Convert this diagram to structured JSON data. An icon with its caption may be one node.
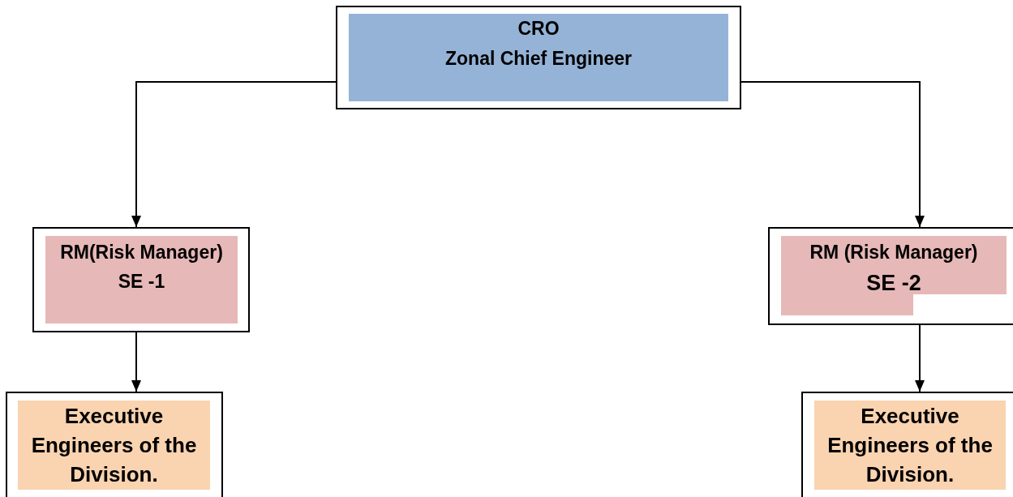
{
  "diagram": {
    "nodes": [
      {
        "text": [
          "CRO",
          "Zonal Chief Engineer"
        ]
      },
      {
        "text": [
          "RM(Risk Manager)",
          "SE -1"
        ]
      },
      {
        "text": [
          "RM (Risk Manager)",
          "SE -2"
        ]
      },
      {
        "text": [
          "Executive Engineers of the Division."
        ]
      },
      {
        "text": [
          "Executive Engineers of the Division."
        ]
      }
    ],
    "edges": [
      {
        "from": 0,
        "to": 1,
        "arrow": "to"
      },
      {
        "from": 0,
        "to": 2,
        "arrow": "to"
      },
      {
        "from": 1,
        "to": 3,
        "arrow": "to"
      },
      {
        "from": 2,
        "to": 4,
        "arrow": "to"
      }
    ]
  }
}
